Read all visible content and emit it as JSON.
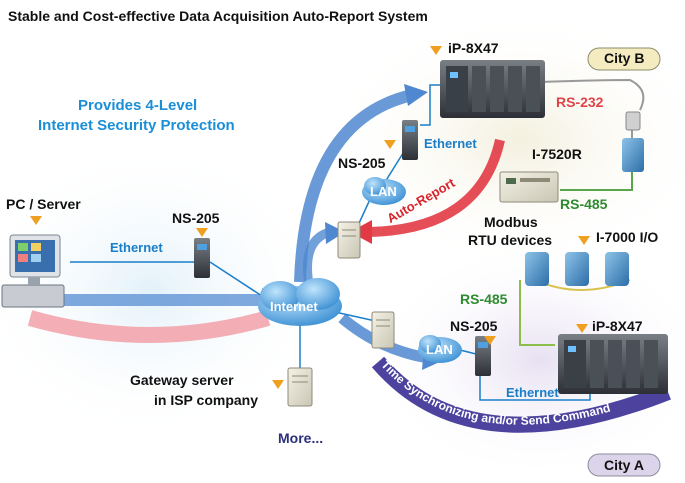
{
  "title": "Stable and Cost-effective Data Acquisition Auto-Report System",
  "security_note": {
    "line1": "Provides 4-Level",
    "line2": "Internet Security Protection"
  },
  "pc_server": "PC / Server",
  "internet": "Internet",
  "lan": "LAN",
  "ns205": "NS-205",
  "ethernet": "Ethernet",
  "ip8x47": "iP-8X47",
  "city_b": "City B",
  "city_a": "City A",
  "rs232": "RS-232",
  "rs485": "RS-485",
  "i7520r": "I-7520R",
  "i7000": "I-7000 I/O",
  "modbus": {
    "line1": "Modbus",
    "line2": "RTU devices"
  },
  "auto_report": "Auto-Report",
  "gateway": {
    "line1": "Gateway server",
    "line2": "in ISP company"
  },
  "more": "More...",
  "time_sync": "Time Synchronizing and/or Send Command",
  "colors": {
    "accent_blue": "#1a7fc8",
    "auto_red": "#d8232a",
    "rs485_green": "#2f8b2f",
    "rs232_red": "#e0444a",
    "marker_orange": "#f0a020",
    "city_a_bg": "#dcd4ea",
    "city_b_bg": "#f4ecc0"
  }
}
